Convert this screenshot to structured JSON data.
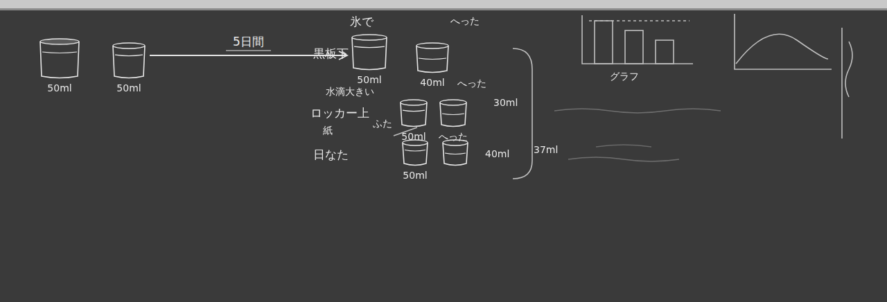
{
  "diagram": {
    "nodes": [
      {
        "text": [
          "50ml"
        ]
      },
      {
        "text": [
          "50ml"
        ]
      },
      {
        "text": [
          "50ml"
        ]
      },
      {
        "text": [
          "40ml"
        ]
      },
      {
        "text": [
          "50ml"
        ]
      },
      {
        "text": [
          "へった"
        ]
      },
      {
        "text": [
          "50ml"
        ]
      },
      {
        "text": [
          "40ml"
        ]
      }
    ],
    "edges": [
      {
        "from": 1,
        "to": 2,
        "arrow": "to",
        "label": "5日間"
      }
    ],
    "labels": [
      "黒板下",
      "氷で",
      "へった",
      "へった",
      "水滴大きい",
      "ロッカー上",
      "30ml",
      "紙",
      "ふた",
      "日なた",
      "37ml",
      "グラフ"
    ]
  }
}
